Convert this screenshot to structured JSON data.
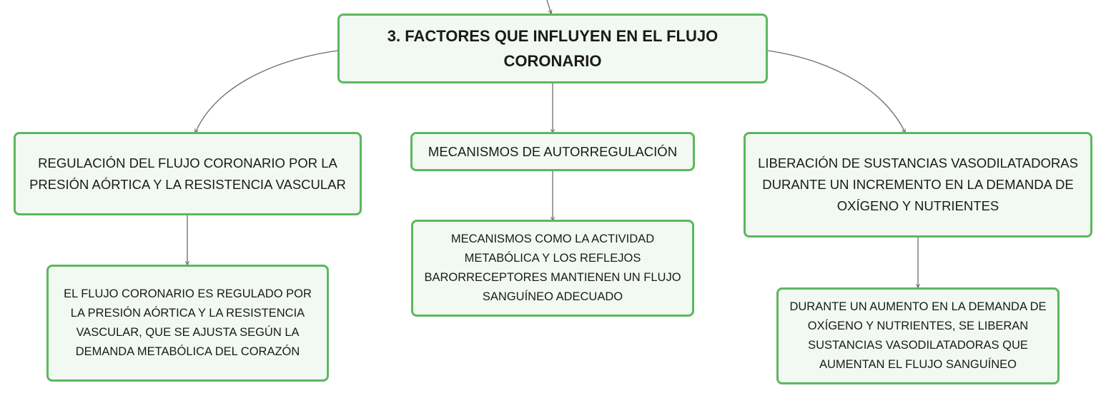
{
  "colors": {
    "node_border": "#5cb85c",
    "node_fill": "#f2f9f3",
    "connector": "#6b6b6b",
    "text": "#1a1a1a"
  },
  "root": {
    "text": "3. FACTORES QUE INFLUYEN EN EL FLUJO CORONARIO"
  },
  "branches": [
    {
      "title": "REGULACIÓN DEL FLUJO CORONARIO POR LA PRESIÓN AÓRTICA Y LA RESISTENCIA VASCULAR",
      "detail": "EL FLUJO CORONARIO ES REGULADO POR LA PRESIÓN AÓRTICA Y LA RESISTENCIA VASCULAR, QUE SE AJUSTA SEGÚN LA DEMANDA METABÓLICA DEL CORAZÓN"
    },
    {
      "title": "MECANISMOS DE AUTORREGULACIÓN",
      "detail": "MECANISMOS COMO LA ACTIVIDAD METABÓLICA Y LOS REFLEJOS BARORRECEPTORES MANTIENEN UN FLUJO SANGUÍNEO ADECUADO"
    },
    {
      "title": "LIBERACIÓN DE SUSTANCIAS VASODILATADORAS DURANTE UN INCREMENTO EN LA DEMANDA DE OXÍGENO Y NUTRIENTES",
      "detail": "DURANTE UN AUMENTO EN LA DEMANDA DE OXÍGENO Y NUTRIENTES, SE LIBERAN SUSTANCIAS VASODILATADORAS QUE AUMENTAN EL FLUJO SANGUÍNEO"
    }
  ]
}
